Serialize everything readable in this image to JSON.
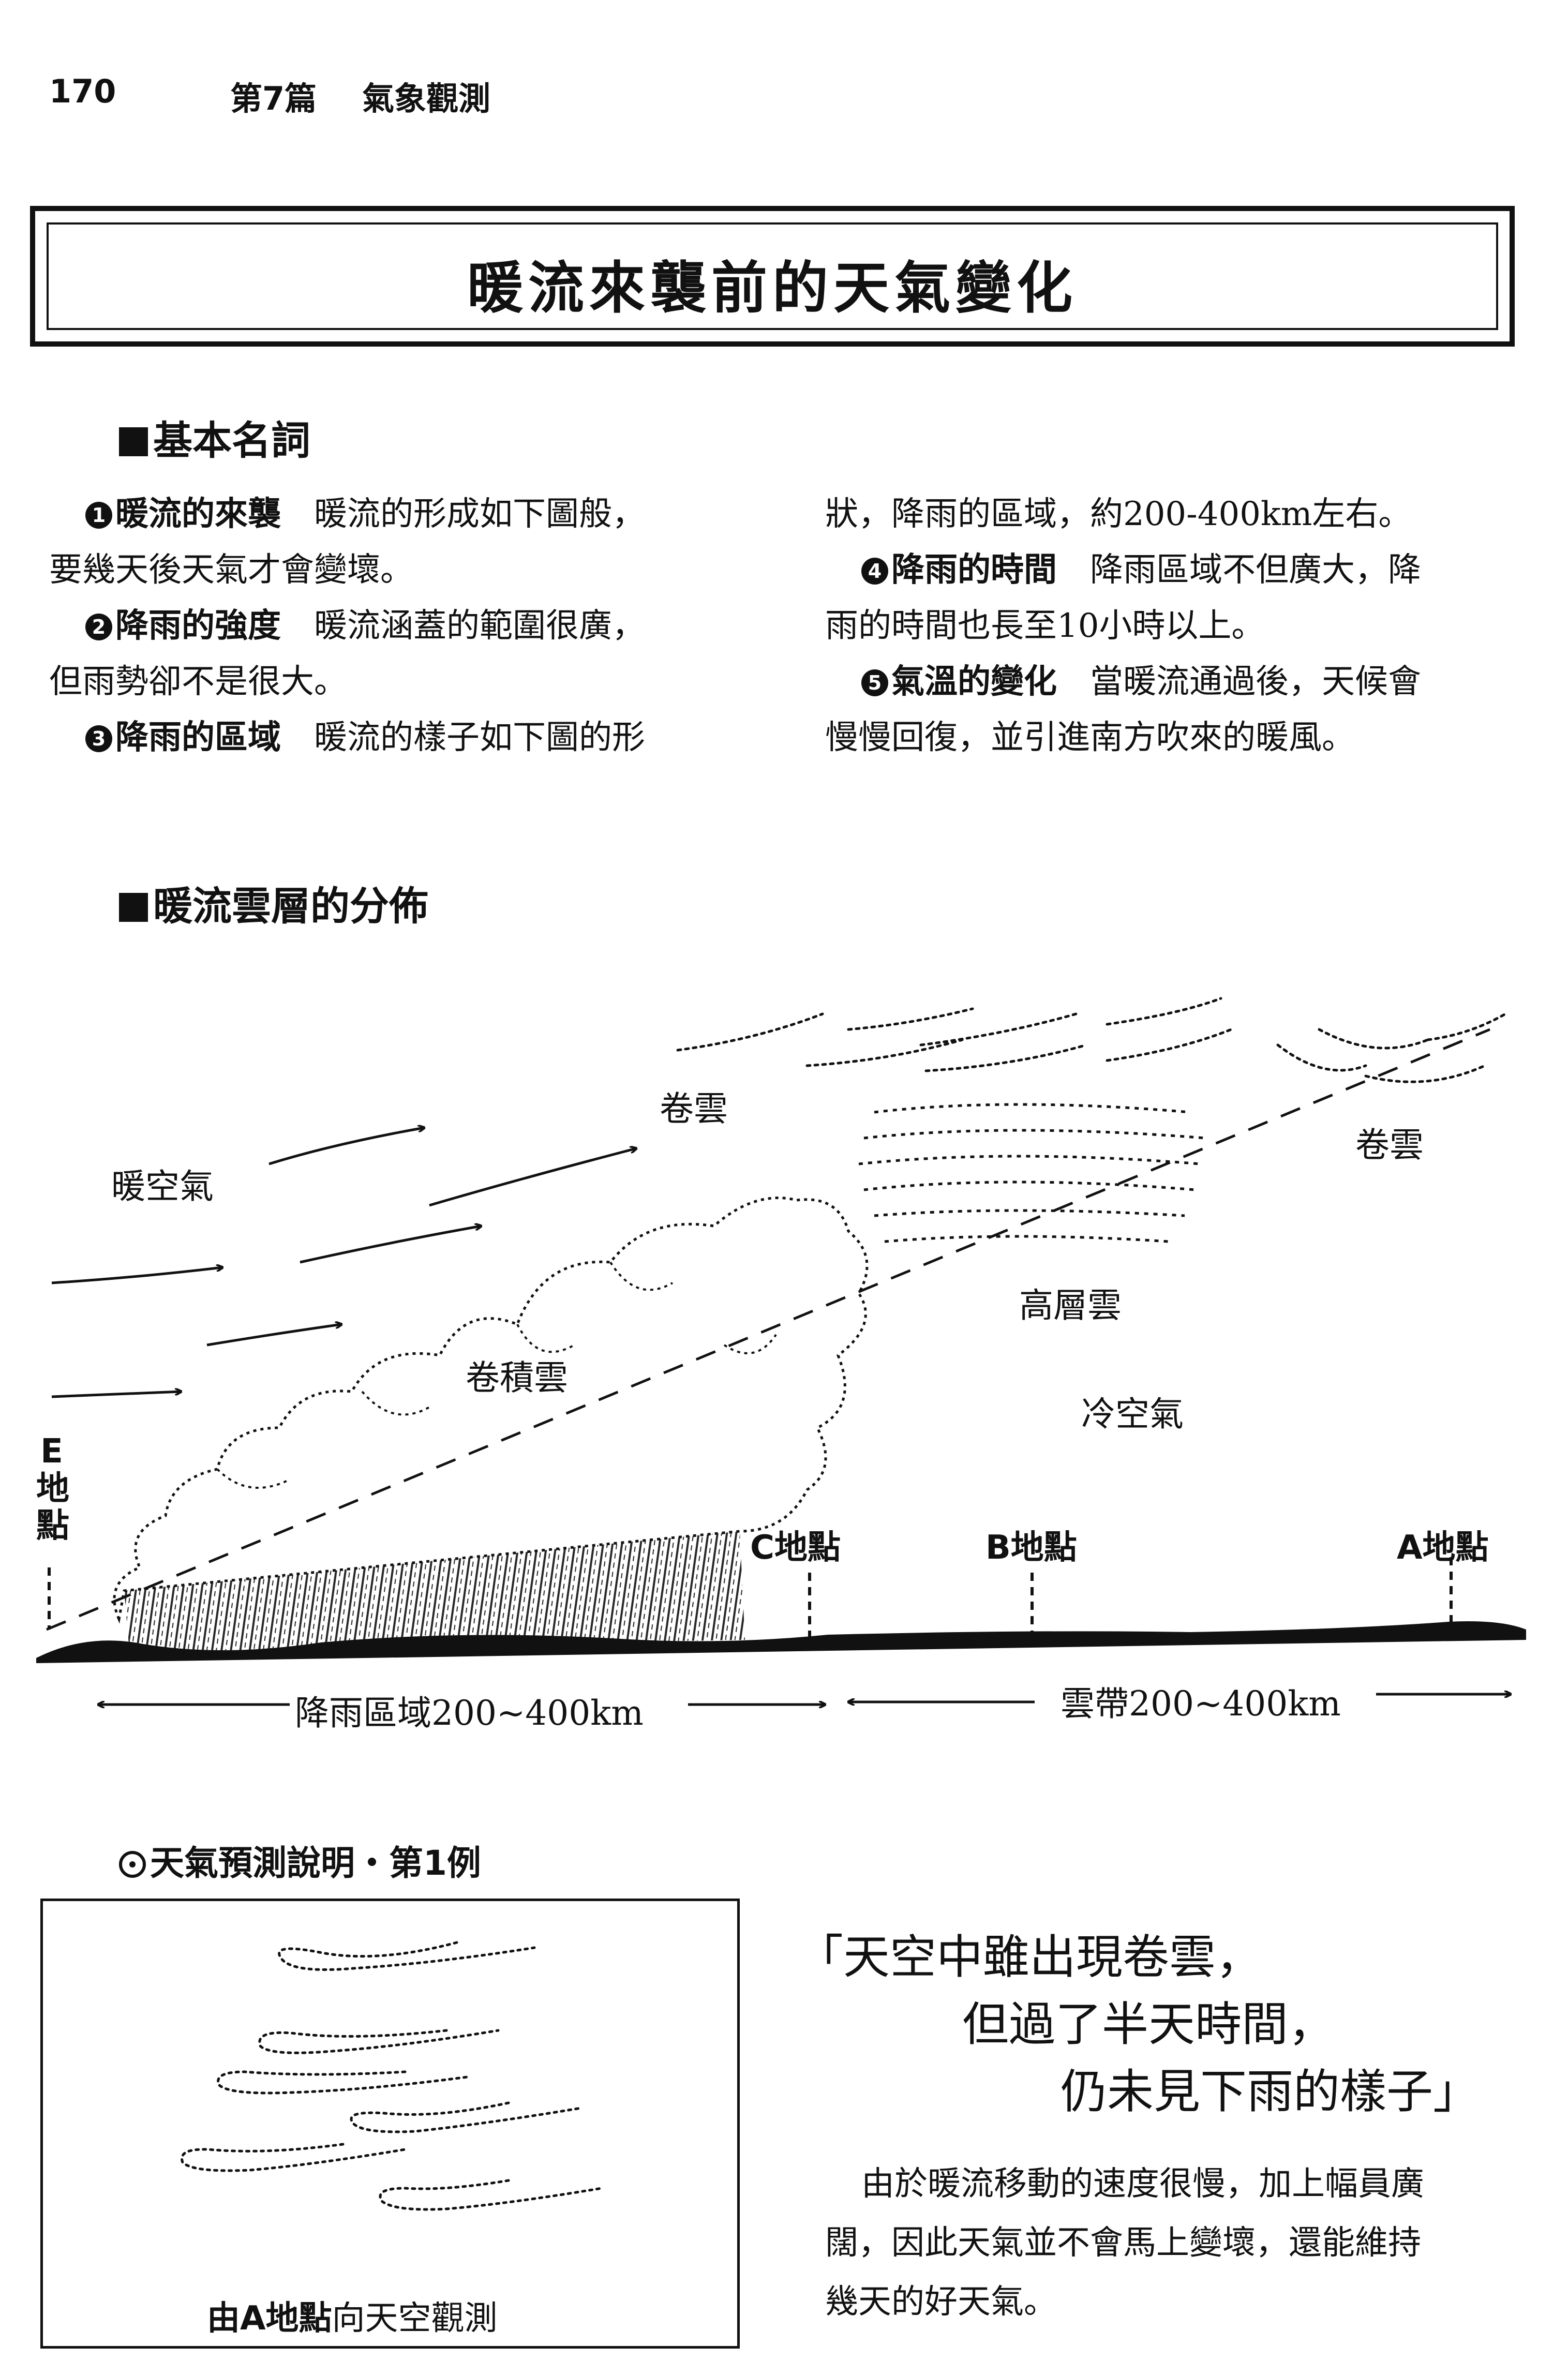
{
  "header": {
    "page_number": "170",
    "chapter": "第7篇",
    "chapter_name": "氣象觀測"
  },
  "title": "暖流來襲前的天氣變化",
  "section1": {
    "heading": "基本名詞",
    "items": [
      {
        "num": "1",
        "term": "暖流的來襲",
        "text_line1": "暖流的形成如下圖般，",
        "text_line2": "要幾天後天氣才會變壞。"
      },
      {
        "num": "2",
        "term": "降雨的強度",
        "text_line1": "暖流涵蓋的範圍很廣，",
        "text_line2": "但雨勢卻不是很大。"
      },
      {
        "num": "3",
        "term": "降雨的區域",
        "text_line1": "暖流的樣子如下圖的形",
        "text_line2": "狀，降雨的區域，約200-400km左右。"
      },
      {
        "num": "4",
        "term": "降雨的時間",
        "text_line1": "降雨區域不但廣大，降",
        "text_line2": "雨的時間也長至10小時以上。"
      },
      {
        "num": "5",
        "term": "氣溫的變化",
        "text_line1": "當暖流通過後，天候會",
        "text_line2": "慢慢回復，並引進南方吹來的暖風。"
      }
    ]
  },
  "section2": {
    "heading": "暖流雲層的分佈",
    "labels": {
      "warm_air": "暖空氣",
      "cirrus_left": "卷雲",
      "cirrus_right": "卷雲",
      "altostratus": "高層雲",
      "cumulonimbus": "卷積雲",
      "cold_air": "冷空氣",
      "point_e_1": "E",
      "point_e_2": "地",
      "point_e_3": "點",
      "point_c": "C地點",
      "point_b": "B地點",
      "point_a": "A地點",
      "rain_area": "降雨區域200~400km",
      "cloud_band": "雲帶200~400km"
    }
  },
  "example": {
    "heading": "天氣預測說明・第1例",
    "caption_bold": "由A地點",
    "caption_rest": "向天空觀測",
    "quote_line1": "「天空中雖出現卷雲，",
    "quote_line2": "但過了半天時間，",
    "quote_line3": "仍未見下雨的樣子」",
    "body_line1": "由於暖流移動的速度很慢，加上幅員廣",
    "body_line2": "闊，因此天氣並不會馬上變壞，還能維持",
    "body_line3": "幾天的好天氣。"
  }
}
